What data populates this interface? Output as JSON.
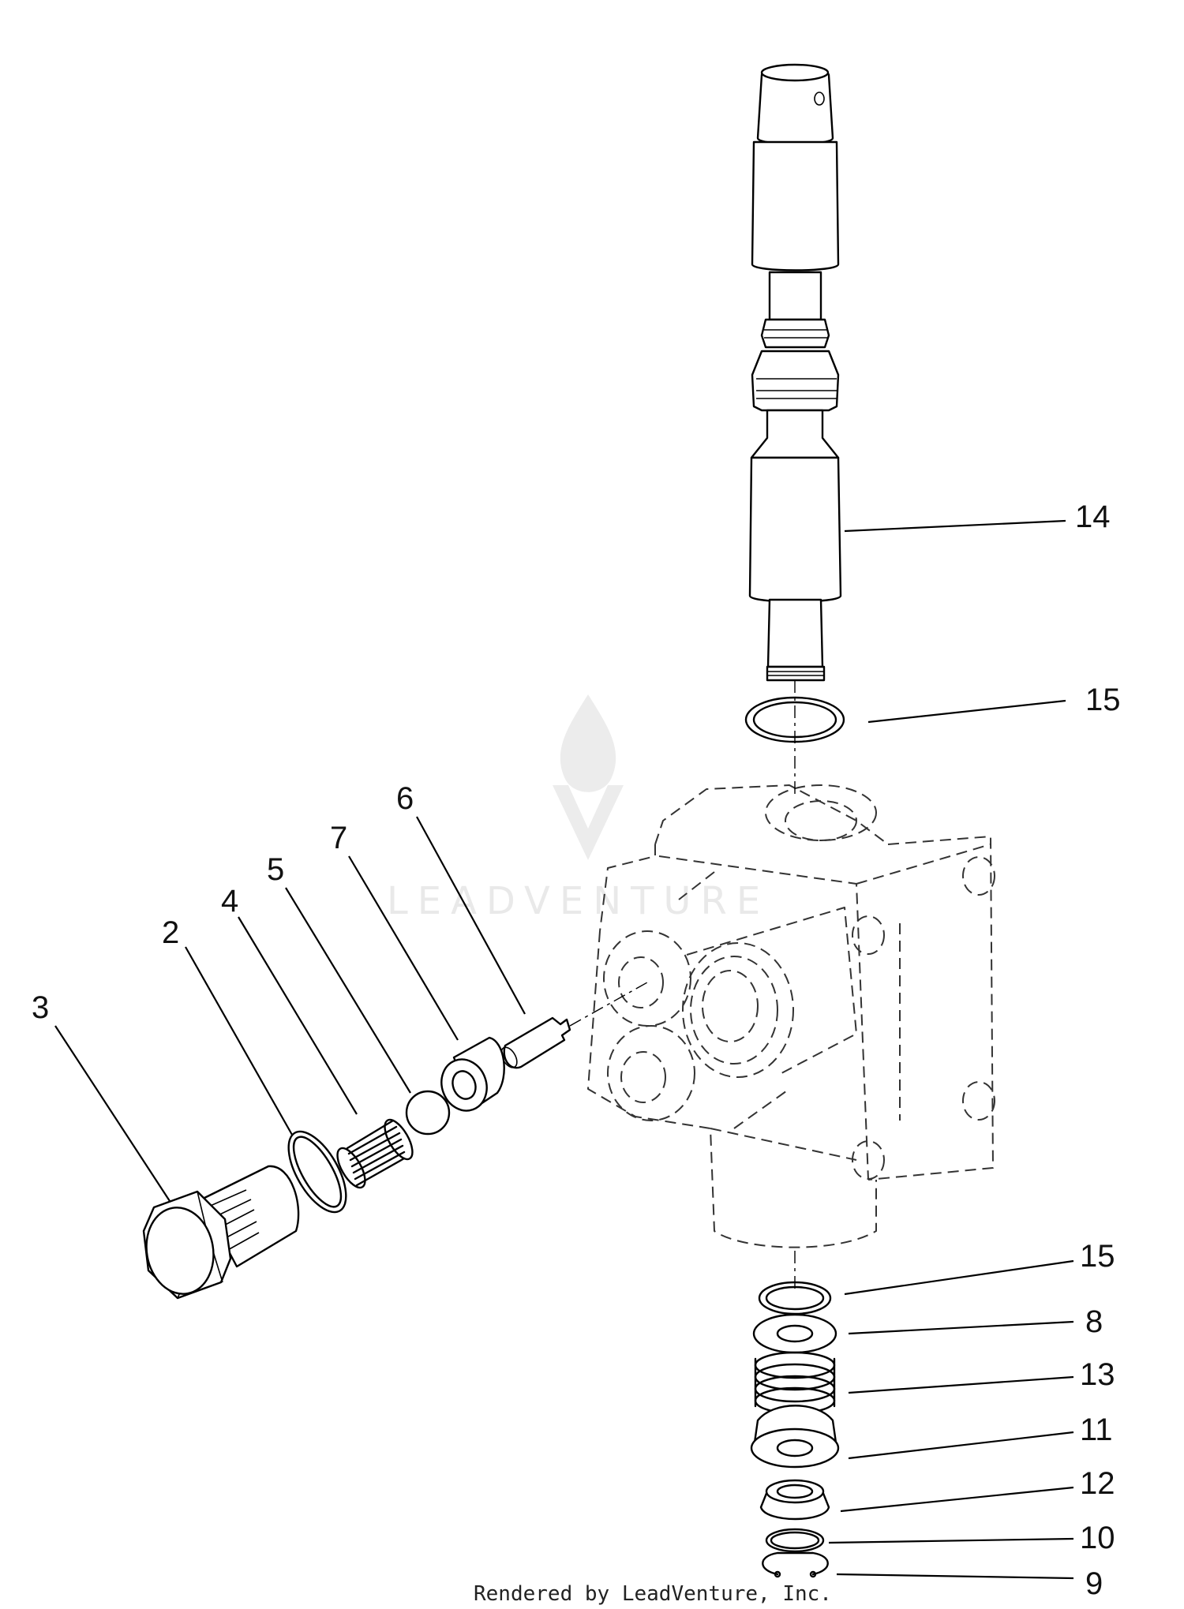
{
  "callouts": [
    {
      "id": "14",
      "label": "14"
    },
    {
      "id": "15a",
      "label": "15"
    },
    {
      "id": "6",
      "label": "6"
    },
    {
      "id": "7",
      "label": "7"
    },
    {
      "id": "5",
      "label": "5"
    },
    {
      "id": "4",
      "label": "4"
    },
    {
      "id": "2",
      "label": "2"
    },
    {
      "id": "3",
      "label": "3"
    },
    {
      "id": "15b",
      "label": "15"
    },
    {
      "id": "8",
      "label": "8"
    },
    {
      "id": "13",
      "label": "13"
    },
    {
      "id": "11",
      "label": "11"
    },
    {
      "id": "12",
      "label": "12"
    },
    {
      "id": "10",
      "label": "10"
    },
    {
      "id": "9",
      "label": "9"
    }
  ],
  "watermark": {
    "text": "LEADVENTURE"
  },
  "footer": {
    "text": "Rendered by LeadVenture, Inc."
  }
}
